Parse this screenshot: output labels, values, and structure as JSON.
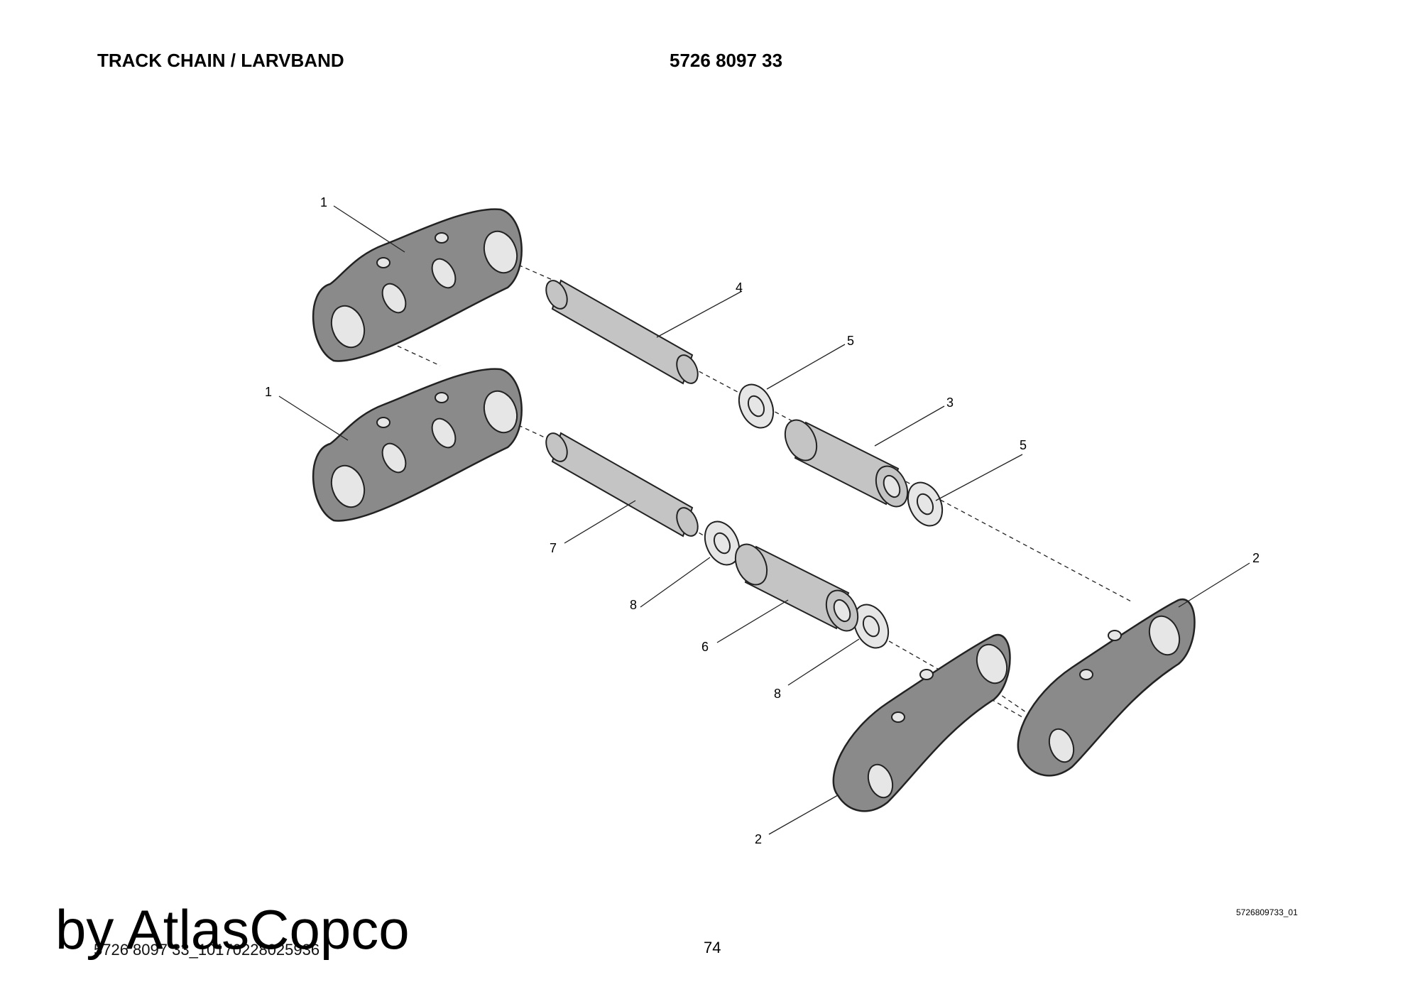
{
  "header": {
    "title": "TRACK CHAIN / LARVBAND",
    "part_number": "5726 8097 33"
  },
  "callouts": [
    {
      "label": "1"
    },
    {
      "label": "1"
    },
    {
      "label": "4"
    },
    {
      "label": "5"
    },
    {
      "label": "3"
    },
    {
      "label": "5"
    },
    {
      "label": "2"
    },
    {
      "label": "7"
    },
    {
      "label": "8"
    },
    {
      "label": "6"
    },
    {
      "label": "8"
    },
    {
      "label": "2"
    }
  ],
  "footer": {
    "drawing_ref": "5726809733_01",
    "page_number": "74",
    "doc_id": "5726 8097 33_10170228025936",
    "watermark": "by AtlasCopco"
  },
  "colors": {
    "link": "#8a8a8a",
    "pin": "#c4c4c4",
    "bore": "#e6e6e6",
    "outline": "#222222"
  }
}
